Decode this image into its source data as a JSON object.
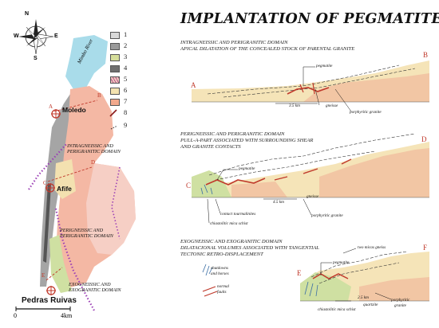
{
  "title": "IMPLANTATION OF PEGMATITES",
  "sections": [
    {
      "line1": "INTRAGNEISSIC AND PERIGRANITIC DOMAIN",
      "line2": "APICAL DILATATION OF THE CONCEALED STOCK OF PARENTAL GRANITE"
    },
    {
      "line1": "PERIGNEISSIC AND PERIGRANITIC DOMAIN",
      "line2": "PULL-A-PART ASSOCIATED WITH SURROUNDING SHEAR",
      "line3": "AND GRANITE CONTACTS"
    },
    {
      "line1": "EXOGNEISSIC AND EXOGRANITIC DOMAIN",
      "line2": "DILATACIONAL VOLUMES ASSOCIATED WITH TANGENTIAL",
      "line3": "TECTONIC RETRO-DISPLACEMENT"
    }
  ],
  "section_letters": [
    "A",
    "B",
    "C",
    "D",
    "E",
    "F"
  ],
  "section_labels": {
    "s1": {
      "pegmatite": "pegmatite",
      "scale": "3.5 km",
      "gneisse": "gneisse",
      "granite": "porphyritic granite"
    },
    "s2": {
      "pegmatite": "pegmatite",
      "scale": "4.5 km",
      "gneisse": "gneisse",
      "granite": "porphyritic granite",
      "tourmalinites": "contact tourmalinites",
      "schist": "chiastolitic mica schist"
    },
    "s3": {
      "pegmatite": "pegmatite",
      "two_micas": "two micas gneiss",
      "scale": "2.5 km",
      "quartzite": "quartzite",
      "schist": "chiastolitic mica schist",
      "granite": "porphyritic",
      "granite2": "granite"
    }
  },
  "inline_legend": {
    "shutdowns1": "shutdowns",
    "shutdowns2": "and horses",
    "faults1": "normal",
    "faults2": "faults"
  },
  "map": {
    "river": "Mimbo River",
    "towns": [
      "Moledo",
      "Afife",
      "Pedras Ruivas"
    ],
    "domains": [
      {
        "line1": "INTRAGNEISSIC AND",
        "line2": "PERIGRANITIC DOMAIN"
      },
      {
        "line1": "PERIGNEISSIC AND",
        "line2": "PERIGRANITIC DOMAIN"
      },
      {
        "line1": "EXOGNEISSIC AND",
        "line2": "EXOGRANITIC DOMAIN"
      }
    ],
    "scale_zero": "0",
    "scale_end": "4km",
    "section_marks": [
      "A",
      "B",
      "C",
      "D",
      "E"
    ],
    "compass": [
      "N",
      "S",
      "E",
      "W"
    ]
  },
  "legend": {
    "numbers": [
      "1",
      "2",
      "3",
      "4",
      "5",
      "6",
      "7",
      "8",
      "9"
    ],
    "colors": [
      "#d9d9d9",
      "#9a9a9a",
      "#d5dd9a",
      "#6f6f6f",
      "#f3c8be",
      "#f4e3b0",
      "#f2a98d"
    ]
  }
}
